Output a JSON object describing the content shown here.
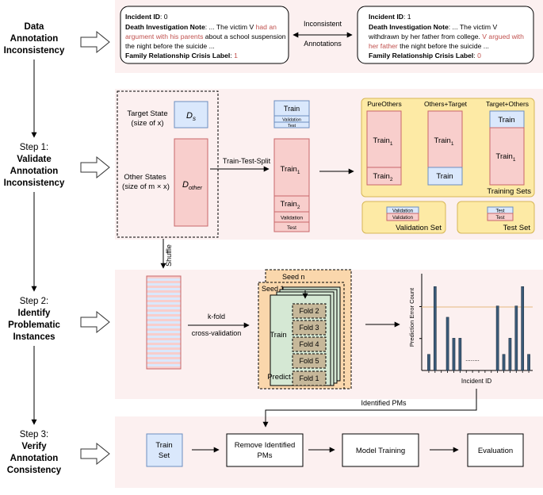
{
  "left_column": {
    "step0": [
      "Data",
      "Annotation",
      "Inconsistency"
    ],
    "step1": [
      "Step 1:",
      "Validate",
      "Annotation",
      "Inconsistency"
    ],
    "step2": [
      "Step 2:",
      "Identify",
      "Problematic",
      "Instances"
    ],
    "step3": [
      "Step 3:",
      "Verify",
      "Annotation",
      "Consistency"
    ]
  },
  "incident_left": {
    "id_label": "Incident ID",
    "id_value": ": 0",
    "note_label": "Death Investigation Note",
    "note_lines": [
      [
        {
          "t": ": ... The victim V ",
          "c": "#000000"
        },
        {
          "t": "had an",
          "c": "#c0504d"
        }
      ],
      [
        {
          "t": "argument with his parents",
          "c": "#c0504d"
        },
        {
          "t": " about a school suspension",
          "c": "#000000"
        }
      ],
      [
        {
          "t": "the night before the suicide ...",
          "c": "#000000"
        }
      ]
    ],
    "label_label": "Family Relationship Crisis Label",
    "label_sep": ": ",
    "label_value": "1"
  },
  "incident_right": {
    "id_label": "Incident ID",
    "id_value": ": 1",
    "note_label": "Death Investigation Note",
    "note_lines": [
      [
        {
          "t": ": ... The victim V ",
          "c": "#000000"
        }
      ],
      [
        {
          "t": "withdrawn by her father from college. ",
          "c": "#000000"
        },
        {
          "t": "V argued with",
          "c": "#c0504d"
        }
      ],
      [
        {
          "t": "her father",
          "c": "#c0504d"
        },
        {
          "t": " the night before the suicide ...",
          "c": "#000000"
        }
      ]
    ],
    "label_label": "Family Relationship Crisis Label",
    "label_sep": ": ",
    "label_value": "0"
  },
  "inconsistent": [
    "Inconsistent",
    "Annotations"
  ],
  "step1_panel": {
    "target_state": [
      "Target State",
      "(size of x)"
    ],
    "ds_label": "D",
    "ds_sub": "s",
    "other_states": [
      "Other States",
      "(size of m × x)"
    ],
    "dother_label": "D",
    "dother_sub": "other",
    "small_stack": [
      "Train",
      "Validation",
      "Test"
    ],
    "split_label": "Train-Test-Split",
    "big_stack": {
      "train1": "Train",
      "train1_sub": "1",
      "train2": "Train",
      "train2_sub": "2",
      "validation": "Validation",
      "test": "Test"
    },
    "shuffle": "Shuffle"
  },
  "training_sets": {
    "title": "Training Sets",
    "columns": [
      {
        "header": "PureOthers",
        "top": "Train",
        "top_sub": "1",
        "bottom": "Train",
        "bottom_sub": "2"
      },
      {
        "header": "Others+Target",
        "top": "Train",
        "top_sub": "1",
        "bottom": "Train",
        "bottom_sub": ""
      },
      {
        "header": "Target+Others",
        "top": "Train",
        "top_sub": "",
        "bottom": "Train",
        "bottom_sub": "1"
      }
    ],
    "validation_set": {
      "title": "Validation Set",
      "rows": [
        "Validation",
        "Validation"
      ]
    },
    "test_set": {
      "title": "Test Set",
      "rows": [
        "Test",
        "Test"
      ]
    }
  },
  "step2_panel": {
    "kfold": [
      "k-fold",
      "cross-validation"
    ],
    "seed_n": "Seed n",
    "seed_1": "Seed 1",
    "train": "Train",
    "predict": "Predict",
    "folds": [
      "Fold 2",
      "Fold 3",
      "Fold 4",
      "Fold 5",
      "Fold 1"
    ],
    "identified": "Identified PMs"
  },
  "chart_data": {
    "type": "bar",
    "ylabel": "Prediction Error Count",
    "xlabel": "Incident ID",
    "ellipsis": "........",
    "threshold_visible": true,
    "values": [
      1,
      5.2,
      0,
      3.3,
      2,
      2,
      0,
      0,
      0,
      0,
      0,
      4,
      1,
      2,
      4,
      5.2,
      1
    ]
  },
  "step3_panel": {
    "boxes": [
      [
        "Train",
        "Set"
      ],
      [
        "Remove Identified",
        "PMs"
      ],
      [
        "Model Training"
      ],
      [
        "Evaluation"
      ]
    ]
  },
  "colors": {
    "pink": "#f8cecc",
    "pink_stroke": "#c9676a",
    "blue": "#dae8fc",
    "blue_stroke": "#6c8ebf",
    "yellow": "#fdeaa5",
    "yellow_stroke": "#d6b656",
    "orange": "#fad7ac",
    "green": "#d5e8d4",
    "band": "#fcf0f0",
    "red_text": "#c0504d",
    "bar": "#3a5a78"
  }
}
